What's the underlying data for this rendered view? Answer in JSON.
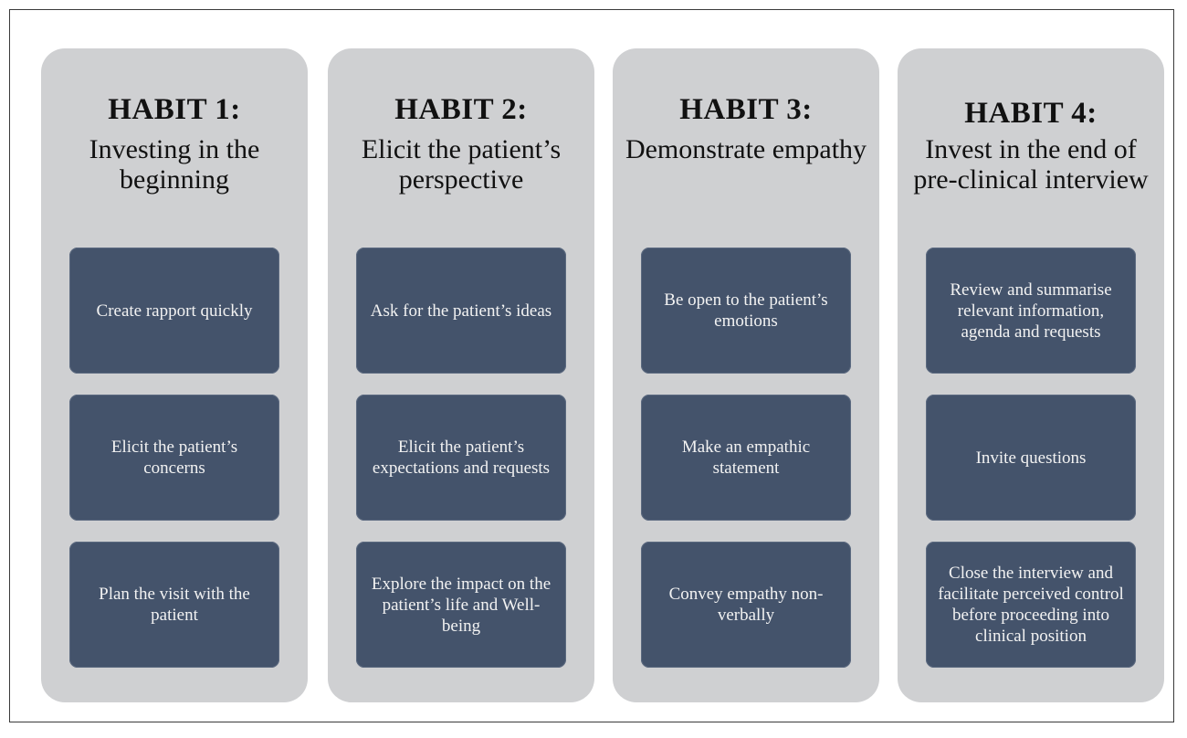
{
  "habits": [
    {
      "title": "HABIT 1:",
      "subtitle": "Investing in the beginning",
      "steps": [
        "Create rapport quickly",
        "Elicit the patient’s concerns",
        "Plan the visit with the patient"
      ]
    },
    {
      "title": "HABIT 2:",
      "subtitle": "Elicit the patient’s perspective",
      "steps": [
        "Ask for the patient’s ideas",
        "Elicit the patient’s expectations and requests",
        "Explore the impact on the patient’s life and Well-being"
      ]
    },
    {
      "title": "HABIT 3:",
      "subtitle": "Demonstrate empathy",
      "steps": [
        "Be open to the patient’s emotions",
        "Make an empathic statement",
        "Convey empathy non-verbally"
      ]
    },
    {
      "title": "HABIT 4:",
      "subtitle": "Invest in the end of pre-clinical interview",
      "steps": [
        "Review and summarise relevant information, agenda and requests",
        "Invite questions",
        "Close the interview and facilitate perceived control before proceeding into clinical position"
      ]
    }
  ],
  "colors": {
    "column_bg": "#cfd0d2",
    "card_bg": "#44536b",
    "card_text": "#f2f2f2",
    "heading_text": "#111111"
  }
}
